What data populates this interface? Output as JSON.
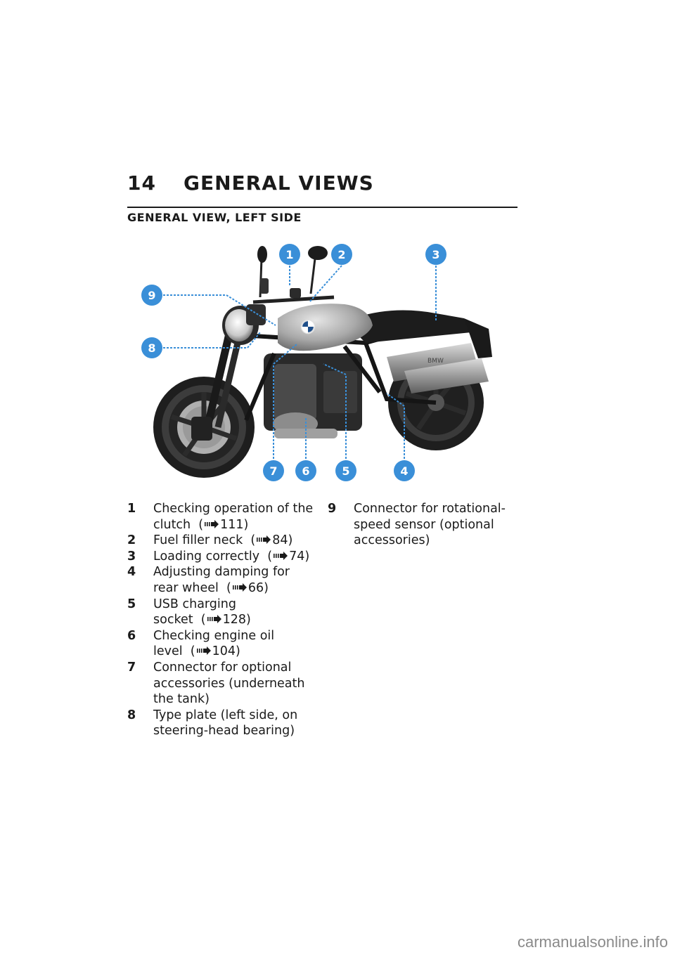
{
  "header": {
    "page_number": "14",
    "chapter_title": "GENERAL VIEWS"
  },
  "section": {
    "title": "GENERAL VIEW, LEFT SIDE"
  },
  "figure": {
    "callouts": [
      "1",
      "2",
      "3",
      "4",
      "5",
      "6",
      "7",
      "8",
      "9"
    ],
    "callout_color": "#3a8fd8",
    "tank_logo": "BMW roundel",
    "muffler_label": "BMW"
  },
  "legend": {
    "items": [
      {
        "num": "1",
        "text": "Checking operation of the clutch",
        "ref": "111"
      },
      {
        "num": "2",
        "text": "Fuel filler neck",
        "ref": "84"
      },
      {
        "num": "3",
        "text": "Loading correctly",
        "ref": "74"
      },
      {
        "num": "4",
        "text": "Adjusting damping for rear wheel",
        "ref": "66"
      },
      {
        "num": "5",
        "text": "USB charging socket",
        "ref": "128"
      },
      {
        "num": "6",
        "text": "Checking engine oil level",
        "ref": "104"
      },
      {
        "num": "7",
        "text": "Connector for optional accessories (underneath the tank)",
        "ref": ""
      },
      {
        "num": "8",
        "text": "Type plate (left side, on steering-head bearing)",
        "ref": ""
      },
      {
        "num": "9",
        "text": "Connector for rotational-speed sensor (optional accessories)",
        "ref": ""
      }
    ]
  },
  "watermark": "carmanualsonline.info"
}
